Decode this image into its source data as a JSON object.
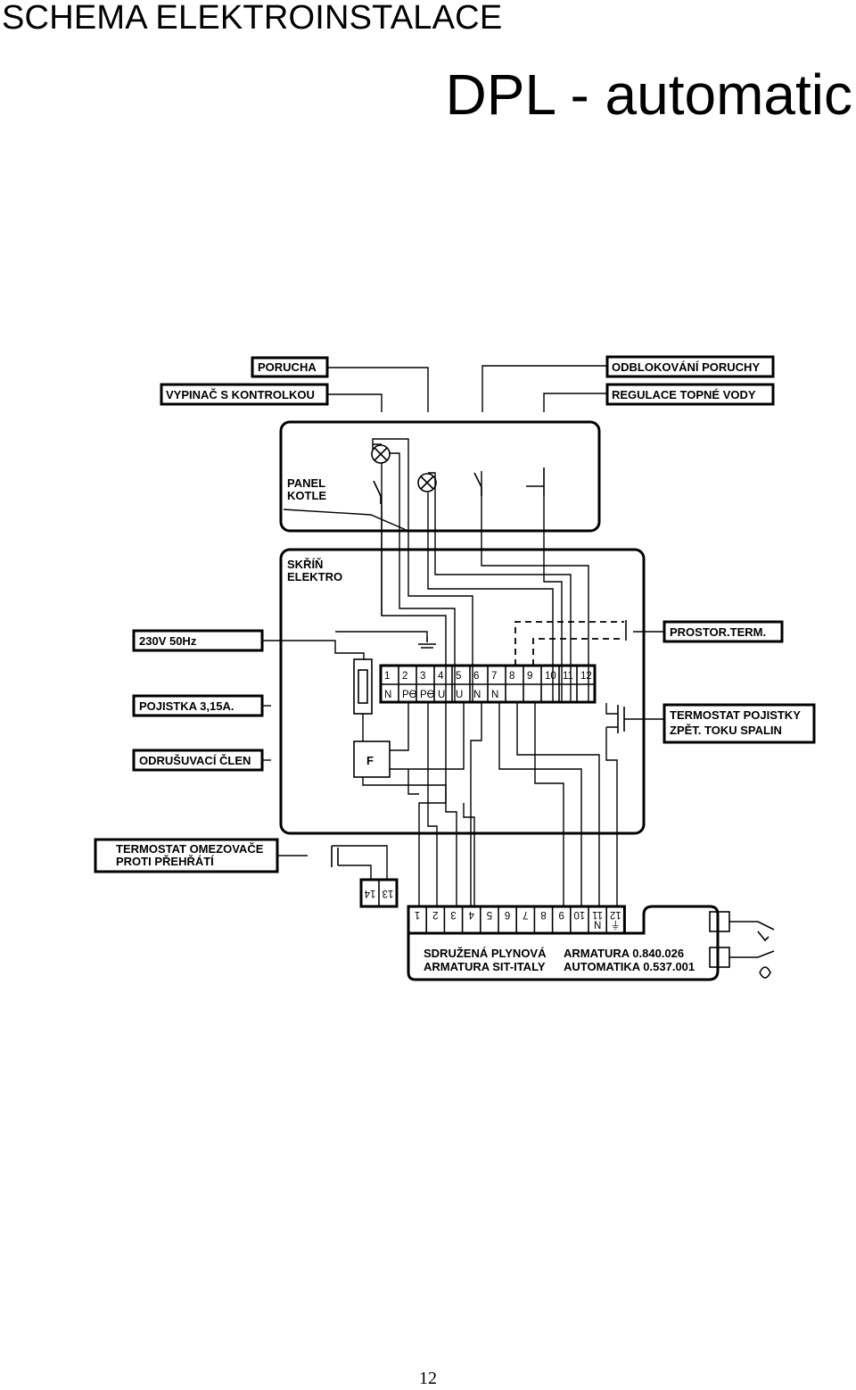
{
  "header": {
    "heading": "SCHEMA ELEKTROINSTALACE",
    "subtitle": "DPL - automatic"
  },
  "labels": {
    "porucha": "PORUCHA",
    "vypinac": "VYPINAČ S KONTROLKOU",
    "odblokovani": "ODBLOKOVÁNÍ PORUCHY",
    "regulace": "REGULACE TOPNÉ VODY",
    "panel_line1": "PANEL",
    "panel_line2": "KOTLE",
    "skrin_line1": "SKŘÍŇ",
    "skrin_line2": "ELEKTRO",
    "supply": "230V   50Hz",
    "fuse": "POJISTKA 3,15A.",
    "filter": "ODRUŠUVACÍ ČLEN",
    "filter_symbol": "F",
    "room_thermostat": "PROSTOR.TERM.",
    "flue_line1": "TERMOSTAT POJISTKY",
    "flue_line2": "ZPĚT. TOKU SPALIN",
    "overheat_line1": "TERMOSTAT OMEZOVAČE",
    "overheat_line2": "PROTI PŘEHŘÁTÍ",
    "valve_line1_a": "SDRUŽENÁ PLYNOVÁ",
    "valve_line2_a": "ARMATURA SIT-ITALY",
    "valve_line1_b": "ARMATURA 0.840.026",
    "valve_line2_b": "AUTOMATIKA 0.537.001"
  },
  "terminal_block": {
    "numbers": [
      "1",
      "2",
      "3",
      "4",
      "5",
      "6",
      "7",
      "8",
      "9",
      "10",
      "11",
      "12"
    ],
    "markings": [
      "N",
      "Pϴ",
      "Pϴ",
      "U",
      "U",
      "N",
      "N",
      "",
      "",
      "",
      "",
      ""
    ]
  },
  "overheat_block": {
    "numbers": [
      "14",
      "13"
    ]
  },
  "valve_block": {
    "numbers": [
      "1",
      "2",
      "3",
      "4",
      "5",
      "6",
      "7",
      "8",
      "9",
      "10",
      "11",
      "12"
    ],
    "markings": [
      "",
      "",
      "",
      "",
      "",
      "",
      "",
      "",
      "",
      "",
      "N",
      "⏚"
    ]
  },
  "footer": {
    "page_number": "12"
  }
}
